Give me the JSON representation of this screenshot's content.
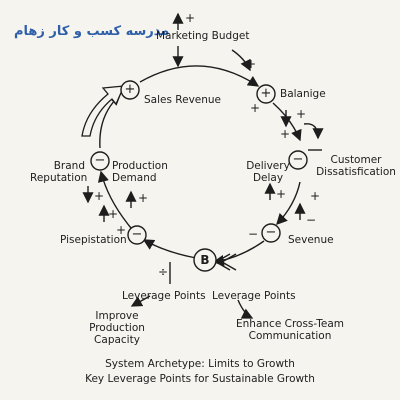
{
  "brand": "مدرسه کسب و کار زهام",
  "nodes": {
    "marketing_budget": "Marketing Budget",
    "sales_revenue": "Sales Revenue",
    "balanige": "Balanige",
    "customer_dissatisfication": "Customer\nDissatisfication",
    "delivery_delay": "Delivery\nDelay",
    "production_demand": "Production\nDemand",
    "brand_reputation": "Brand\nReputation",
    "sevenue": "Sevenue",
    "pisepistation": "Pisepistation",
    "leverage_points_left": "Leverage Points",
    "leverage_points_right": "Leverage Points",
    "improve_production_capacity": "Improve\nProduction\nCapacity",
    "enhance_cross_team": "Enhance Cross-Team\nCommunication"
  },
  "loop_symbols": {
    "sales_revenue": "+",
    "balanige": "+",
    "production_demand": "−",
    "delivery_delay": "−",
    "pisepistation": "−",
    "sevenue": "−",
    "balancing": "B"
  },
  "polarity": {
    "marketing_budget": "+",
    "marketing_arrow": "+",
    "balanige_in": "+",
    "balanige_out": "+",
    "customer_in": "+",
    "customer_out": "+",
    "delivery_in": "+",
    "production_in": "+",
    "brand_in": "+",
    "brand_out": "+",
    "pisepistation_in": "+",
    "sevenue_in": "−",
    "sevenue_mark": "−",
    "leverage_mark": "÷"
  },
  "footer": {
    "line1": "System Archetype: Limits to Growth",
    "line2": "Key Leverage Points for Sustainable Growth"
  }
}
